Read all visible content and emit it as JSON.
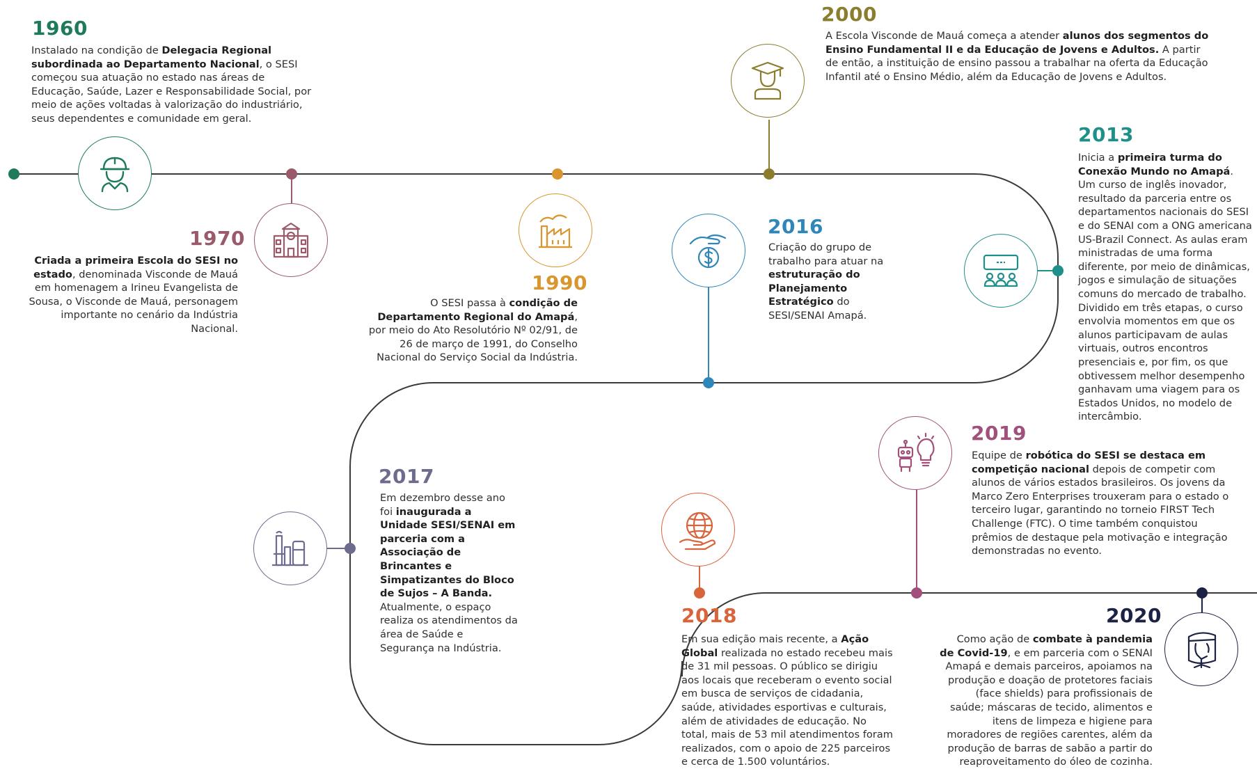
{
  "colors": {
    "line": "#3a3a3a",
    "y1960": "#1f7a5c",
    "y1970": "#9a5a6a",
    "y1990": "#d9952e",
    "y2000": "#8a7d2e",
    "y2013": "#1f8f8a",
    "y2016": "#2f86b8",
    "y2017": "#6e6c8e",
    "y2018": "#d8643c",
    "y2019": "#a0507a",
    "y2020": "#1c2244"
  },
  "events": [
    {
      "year": "1960",
      "icon": "worker-helmet-icon",
      "parts": [
        {
          "t": "Instalado na condição de ",
          "b": false
        },
        {
          "t": "Delegacia Regional subordinada ao Departamento Nacional",
          "b": true
        },
        {
          "t": ", o SESI começou sua atuação no estado nas áreas de Educação, Saúde, Lazer e Responsabilidade Social, por meio de ações voltadas à valorização do industriário, seus dependentes e comunidade em geral.",
          "b": false
        }
      ]
    },
    {
      "year": "1970",
      "icon": "school-building-icon",
      "parts": [
        {
          "t": "Criada a primeira Escola do SESI no estado",
          "b": true
        },
        {
          "t": ", denominada Visconde de Mauá em homenagem a Irineu Evangelista de Sousa, o Visconde de Mauá, personagem importante no cenário da Indústria Nacional.",
          "b": false
        }
      ]
    },
    {
      "year": "1990",
      "icon": "factory-icon",
      "parts": [
        {
          "t": "O SESI passa à ",
          "b": false
        },
        {
          "t": "condição de Departamento Regional do Amapá",
          "b": true
        },
        {
          "t": ", por meio do Ato Resolutório Nº 02/91, de 26 de março de 1991, do Conselho Nacional do Serviço Social da Indústria.",
          "b": false
        }
      ]
    },
    {
      "year": "2000",
      "icon": "graduate-icon",
      "parts": [
        {
          "t": "A Escola Visconde de Mauá começa a atender ",
          "b": false
        },
        {
          "t": "alunos dos segmentos do Ensino Fundamental II e da Educação de Jovens e Adultos.",
          "b": true
        },
        {
          "t": " A partir de então, a instituição de ensino passou a trabalhar na oferta da Educação Infantil até o Ensino Médio, além da Educação de Jovens e Adultos.",
          "b": false
        }
      ]
    },
    {
      "year": "2013",
      "icon": "online-class-icon",
      "parts": [
        {
          "t": "Inicia a ",
          "b": false
        },
        {
          "t": "primeira turma do Conexão Mundo no Amapá",
          "b": true
        },
        {
          "t": ". Um curso de inglês inovador, resultado da parceria entre os departamentos nacionais do SESI e do SENAI com a ONG americana US-Brazil Connect. As aulas eram ministradas de uma forma diferente, por meio de dinâmicas, jogos e simulação de situações comuns do mercado de trabalho. Dividido em três etapas, o curso envolvia momentos em que os alunos participavam de aulas virtuais, outros encontros presenciais e, por fim, os que obtivessem melhor desempenho ganhavam uma viagem para os Estados Unidos, no modelo de intercâmbio.",
          "b": false
        }
      ]
    },
    {
      "year": "2016",
      "icon": "hand-money-icon",
      "parts": [
        {
          "t": "Criação do grupo de trabalho para atuar na ",
          "b": false
        },
        {
          "t": "estruturação do Planejamento Estratégico",
          "b": true
        },
        {
          "t": " do SESI/SENAI Amapá.",
          "b": false
        }
      ]
    },
    {
      "year": "2017",
      "icon": "industrial-plant-icon",
      "parts": [
        {
          "t": "Em dezembro desse ano foi ",
          "b": false
        },
        {
          "t": "inaugurada a Unidade SESI/SENAI em parceria com a Associação de Brincantes e Simpatizantes do Bloco de Sujos – A Banda.",
          "b": true
        },
        {
          "t": " Atualmente, o espaço realiza os atendimentos da área de Saúde e Segurança na Indústria.",
          "b": false
        }
      ]
    },
    {
      "year": "2018",
      "icon": "globe-hand-icon",
      "parts": [
        {
          "t": "Em sua edição mais recente, a ",
          "b": false
        },
        {
          "t": "Ação Global",
          "b": true
        },
        {
          "t": " realizada no estado recebeu mais de 31 mil pessoas. O público se dirigiu aos locais que receberam o evento social em busca de serviços de cidadania, saúde, atividades esportivas e culturais, além de atividades de educação. No total, mais de 53 mil atendimentos foram realizados, com o apoio de 225 parceiros e cerca de 1.500 voluntários.",
          "b": false
        }
      ]
    },
    {
      "year": "2019",
      "icon": "robot-lightbulb-icon",
      "parts": [
        {
          "t": "Equipe de ",
          "b": false
        },
        {
          "t": "robótica do SESI se destaca em competição nacional",
          "b": true
        },
        {
          "t": " depois de competir com alunos de vários estados brasileiros. Os jovens da Marco Zero Enterprises trouxeram para o estado o terceiro lugar, garantindo no torneio FIRST Tech Challenge (FTC). O time também conquistou prêmios de destaque pela motivação e integração demonstradas no evento.",
          "b": false
        }
      ]
    },
    {
      "year": "2020",
      "icon": "face-shield-icon",
      "parts": [
        {
          "t": "Como ação de ",
          "b": false
        },
        {
          "t": "combate à pandemia de Covid-19",
          "b": true
        },
        {
          "t": ", e em parceria com o SENAI Amapá e demais parceiros, apoiamos na produção e doação de protetores faciais (face shields) para profissionais de saúde; máscaras de tecido, alimentos e itens de limpeza e higiene para moradores de regiões carentes, além da produção de barras de sabão a partir do reaproveitamento do óleo de cozinha.",
          "b": false
        }
      ]
    }
  ]
}
